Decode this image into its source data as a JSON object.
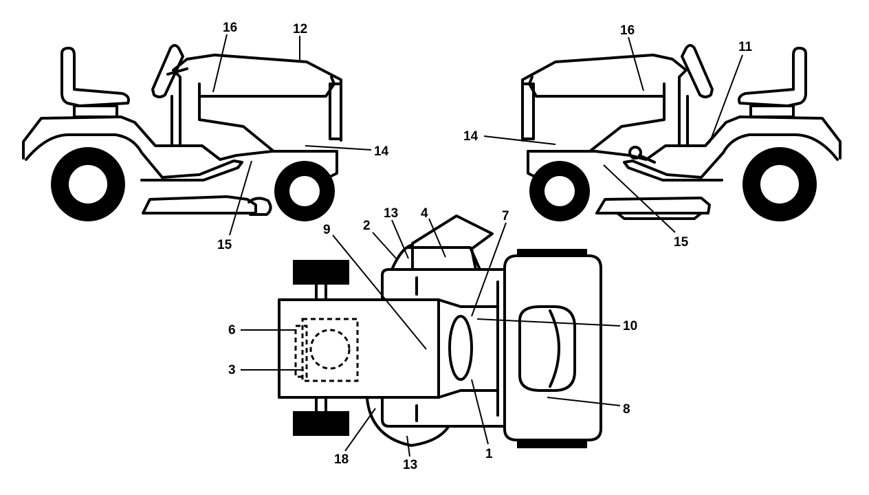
{
  "labels": {
    "l16a": "16",
    "l12": "12",
    "l14a": "14",
    "l15a": "15",
    "l16b": "16",
    "l11": "11",
    "l14b": "14",
    "l15b": "15",
    "l13a": "13",
    "l2": "2",
    "l4": "4",
    "l7": "7",
    "l9": "9",
    "l6": "6",
    "l3": "3",
    "l10": "10",
    "l8": "8",
    "l18": "18",
    "l13b": "13",
    "l1": "1"
  }
}
